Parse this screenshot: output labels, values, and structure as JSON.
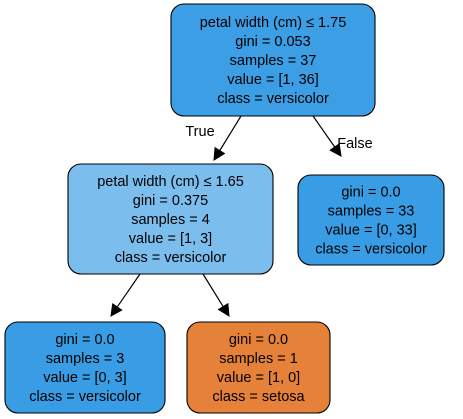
{
  "nodes": [
    {
      "id": "root",
      "fill": "#3c9ee5",
      "lines": [
        "petal width (cm) ≤ 1.75",
        "gini = 0.053",
        "samples = 37",
        "value = [1, 36]",
        "class = versicolor"
      ]
    },
    {
      "id": "left",
      "fill": "#7bbeee",
      "lines": [
        "petal width (cm) ≤ 1.65",
        "gini = 0.375",
        "samples = 4",
        "value = [1, 3]",
        "class = versicolor"
      ]
    },
    {
      "id": "right",
      "fill": "#399de5",
      "lines": [
        "gini = 0.0",
        "samples = 33",
        "value = [0, 33]",
        "class = versicolor"
      ]
    },
    {
      "id": "left-left",
      "fill": "#399de5",
      "lines": [
        "gini = 0.0",
        "samples = 3",
        "value = [0, 3]",
        "class = versicolor"
      ]
    },
    {
      "id": "left-right",
      "fill": "#e58139",
      "lines": [
        "gini = 0.0",
        "samples = 1",
        "value = [1, 0]",
        "class = setosa"
      ]
    }
  ],
  "edges": [
    {
      "from": "root",
      "to": "left",
      "label": "True"
    },
    {
      "from": "root",
      "to": "right",
      "label": "False"
    },
    {
      "from": "left",
      "to": "left-left",
      "label": ""
    },
    {
      "from": "left",
      "to": "left-right",
      "label": ""
    }
  ]
}
